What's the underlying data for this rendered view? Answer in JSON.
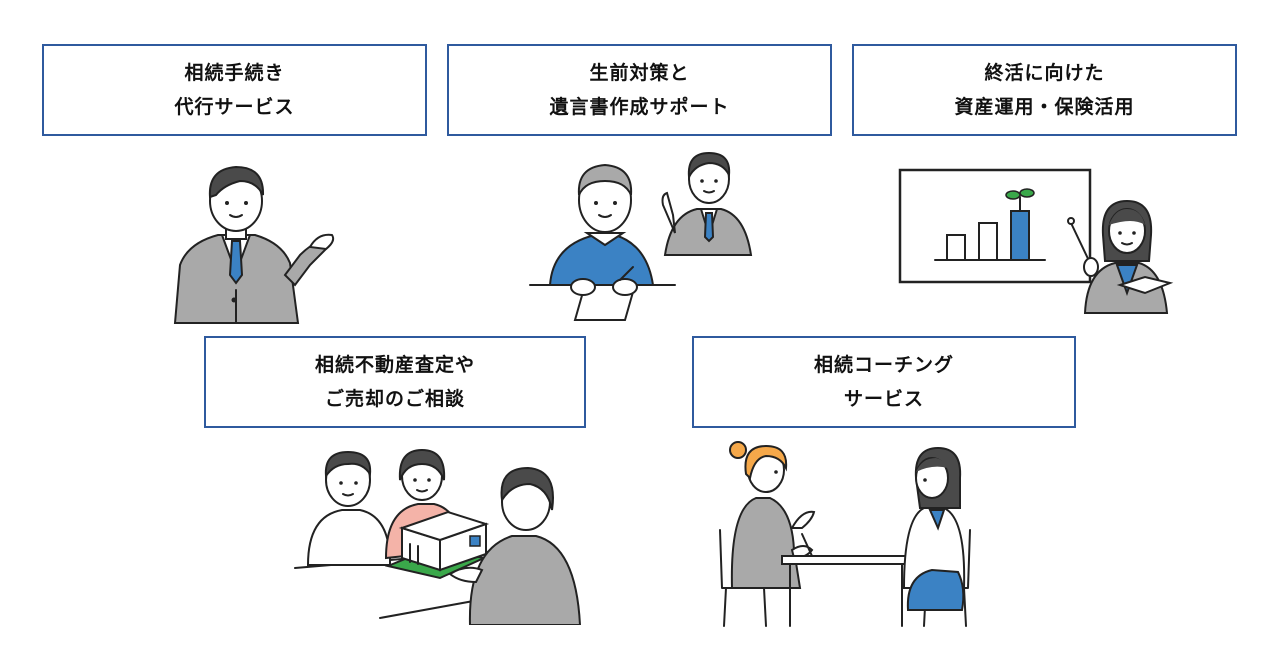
{
  "services": [
    {
      "line1": "相続手続き",
      "line2": "代行サービス"
    },
    {
      "line1": "生前対策と",
      "line2": "遺言書作成サポート"
    },
    {
      "line1": "終活に向けた",
      "line2": "資産運用・保険活用"
    },
    {
      "line1": "相続不動産査定や",
      "line2": "ご売却のご相談"
    },
    {
      "line1": "相続コーチング",
      "line2": "サービス"
    }
  ],
  "colors": {
    "border": "#2f5a9e",
    "accent_blue": "#3b82c4",
    "suit_gray": "#a9a9a9",
    "hair_dark": "#4a4a4a",
    "hair_orange": "#f5a84a",
    "shirt_pink": "#f4b3a8",
    "grass_green": "#3aa84a"
  },
  "illustrations": [
    {
      "icon": "businessman-presenting-icon"
    },
    {
      "icon": "elderly-man-writing-with-advisor-icon"
    },
    {
      "icon": "woman-presenting-growth-chart-icon"
    },
    {
      "icon": "family-real-estate-consultation-icon"
    },
    {
      "icon": "coaching-session-icon"
    }
  ]
}
